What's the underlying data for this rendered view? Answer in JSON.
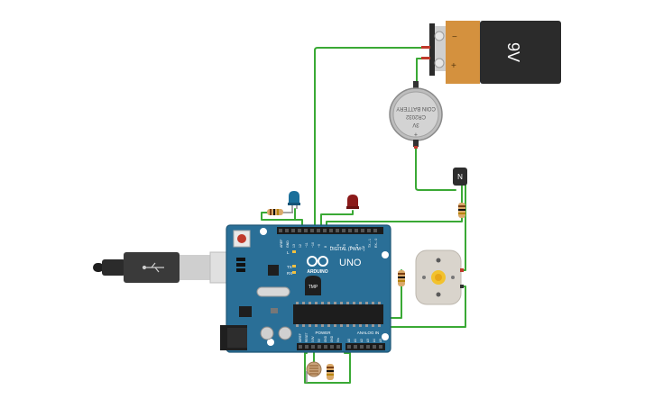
{
  "battery": {
    "voltage_label": "9V",
    "minus": "−",
    "plus": "+"
  },
  "coin_cell": {
    "line1": "CR2032",
    "line2": "COIN BATTERY",
    "line3": "3V",
    "plus": "+"
  },
  "transistor": {
    "label": "N"
  },
  "arduino": {
    "brand_label": "ARDUINO",
    "model_label": "UNO",
    "digital_label": "DIGITAL (PWM~)",
    "analog_label": "ANALOG IN",
    "power_label": "POWER",
    "tx_label": "TX",
    "rx_label": "RX",
    "l_label": "L",
    "sensor_label": "TMP",
    "pin_labels_top": [
      "AREF",
      "GND",
      "13",
      "12",
      "~11",
      "~10",
      "~9",
      "8",
      "7",
      "~6",
      "~5",
      "4",
      "~3",
      "2",
      "TX→1",
      "RX←0"
    ],
    "pin_labels_bottom": [
      "IOREF",
      "RESET",
      "3.3V",
      "5V",
      "GND",
      "GND",
      "Vin",
      "A0",
      "A1",
      "A2",
      "A3",
      "A4",
      "A5"
    ]
  },
  "colors": {
    "board": "#2a6f97",
    "wire": "#3aa935",
    "battery_copper": "#d4913e",
    "battery_black": "#2b2b2b",
    "led_blue": "#1b6f9a",
    "led_red": "#8b1a1a",
    "motor": "#d9d4cc"
  }
}
